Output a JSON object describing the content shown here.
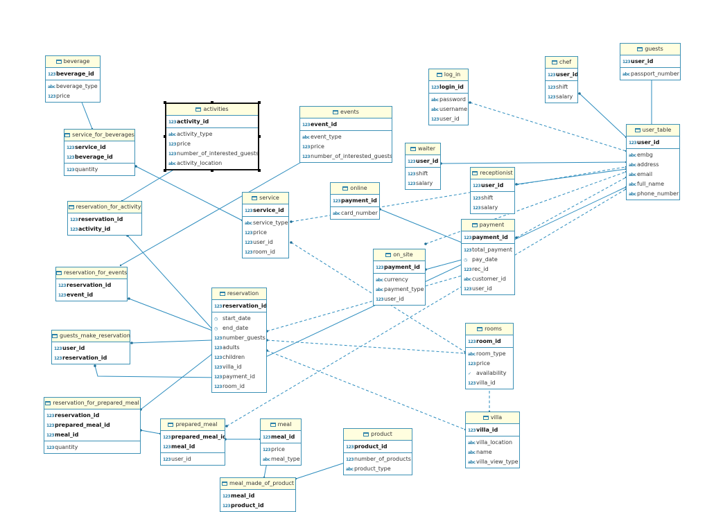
{
  "type_icons": {
    "num": "123",
    "text": "abc",
    "date": "◷",
    "bool": "✓",
    "key": "123",
    "keytext": "abc"
  },
  "entities": [
    {
      "id": "beverage",
      "title": "beverage",
      "keys": [
        {
          "name": "beverage_id",
          "t": "num"
        }
      ],
      "cols": [
        {
          "name": "beverage_type",
          "t": "text"
        },
        {
          "name": "price",
          "t": "num"
        }
      ]
    },
    {
      "id": "service_for_beverages",
      "title": "service_for_beverages",
      "keys": [
        {
          "name": "service_id",
          "t": "num"
        },
        {
          "name": "beverage_id",
          "t": "num"
        }
      ],
      "cols": [
        {
          "name": "quantity",
          "t": "num"
        }
      ]
    },
    {
      "id": "activities",
      "title": "activities",
      "keys": [
        {
          "name": "activity_id",
          "t": "num"
        }
      ],
      "cols": [
        {
          "name": "activity_type",
          "t": "text"
        },
        {
          "name": "price",
          "t": "num"
        },
        {
          "name": "number_of_interested_guests",
          "t": "num"
        },
        {
          "name": "activity_location",
          "t": "text"
        }
      ]
    },
    {
      "id": "events",
      "title": "events",
      "keys": [
        {
          "name": "event_id",
          "t": "num"
        }
      ],
      "cols": [
        {
          "name": "event_type",
          "t": "text"
        },
        {
          "name": "price",
          "t": "num"
        },
        {
          "name": "number_of_interested_guests",
          "t": "num"
        }
      ]
    },
    {
      "id": "log_in",
      "title": "log_in",
      "keys": [
        {
          "name": "login_id",
          "t": "num"
        }
      ],
      "cols": [
        {
          "name": "password",
          "t": "text"
        },
        {
          "name": "username",
          "t": "text"
        },
        {
          "name": "user_id",
          "t": "num"
        }
      ]
    },
    {
      "id": "chef",
      "title": "chef",
      "keys": [
        {
          "name": "user_id",
          "t": "num"
        }
      ],
      "cols": [
        {
          "name": "shift",
          "t": "num"
        },
        {
          "name": "salary",
          "t": "num"
        }
      ]
    },
    {
      "id": "guests",
      "title": "guests",
      "keys": [
        {
          "name": "user_id",
          "t": "num"
        }
      ],
      "cols": [
        {
          "name": "passport_number",
          "t": "text"
        }
      ]
    },
    {
      "id": "user_table",
      "title": "user_table",
      "keys": [
        {
          "name": "user_id",
          "t": "num"
        }
      ],
      "cols": [
        {
          "name": "embg",
          "t": "text"
        },
        {
          "name": "address",
          "t": "text"
        },
        {
          "name": "email",
          "t": "text"
        },
        {
          "name": "full_name",
          "t": "text"
        },
        {
          "name": "phone_number",
          "t": "text"
        }
      ]
    },
    {
      "id": "waiter",
      "title": "waiter",
      "keys": [
        {
          "name": "user_id",
          "t": "num"
        }
      ],
      "cols": [
        {
          "name": "shift",
          "t": "num"
        },
        {
          "name": "salary",
          "t": "num"
        }
      ]
    },
    {
      "id": "receptionist",
      "title": "receptionist",
      "keys": [
        {
          "name": "user_id",
          "t": "num"
        }
      ],
      "cols": [
        {
          "name": "shift",
          "t": "num"
        },
        {
          "name": "salary",
          "t": "num"
        }
      ]
    },
    {
      "id": "online",
      "title": "online",
      "keys": [
        {
          "name": "payment_id",
          "t": "num"
        }
      ],
      "cols": [
        {
          "name": "card_number",
          "t": "text"
        }
      ]
    },
    {
      "id": "service",
      "title": "service",
      "keys": [
        {
          "name": "service_id",
          "t": "num"
        }
      ],
      "cols": [
        {
          "name": "service_type",
          "t": "text"
        },
        {
          "name": "price",
          "t": "num"
        },
        {
          "name": "user_id",
          "t": "num"
        },
        {
          "name": "room_id",
          "t": "num"
        }
      ]
    },
    {
      "id": "reservation_for_activity",
      "title": "reservation_for_activity",
      "keys": [
        {
          "name": "reservation_id",
          "t": "num"
        },
        {
          "name": "activity_id",
          "t": "num"
        }
      ],
      "cols": []
    },
    {
      "id": "payment",
      "title": "payment",
      "keys": [
        {
          "name": "payment_id",
          "t": "num"
        }
      ],
      "cols": [
        {
          "name": "total_payment",
          "t": "num"
        },
        {
          "name": "pay_date",
          "t": "date"
        },
        {
          "name": "rec_id",
          "t": "num"
        },
        {
          "name": "customer_id",
          "t": "text"
        },
        {
          "name": "user_id",
          "t": "num"
        }
      ]
    },
    {
      "id": "on_site",
      "title": "on_site",
      "keys": [
        {
          "name": "payment_id",
          "t": "num"
        }
      ],
      "cols": [
        {
          "name": "currency",
          "t": "text"
        },
        {
          "name": "payment_type",
          "t": "text"
        },
        {
          "name": "user_id",
          "t": "num"
        }
      ]
    },
    {
      "id": "reservation_for_events",
      "title": "reservation_for_events",
      "keys": [
        {
          "name": "reservation_id",
          "t": "num"
        },
        {
          "name": "event_id",
          "t": "num"
        }
      ],
      "cols": []
    },
    {
      "id": "reservation",
      "title": "reservation",
      "keys": [
        {
          "name": "reservation_id",
          "t": "num"
        }
      ],
      "cols": [
        {
          "name": "start_date",
          "t": "date"
        },
        {
          "name": "end_date",
          "t": "date"
        },
        {
          "name": "number_guests",
          "t": "num"
        },
        {
          "name": "adults",
          "t": "num"
        },
        {
          "name": "children",
          "t": "num"
        },
        {
          "name": "villa_id",
          "t": "num"
        },
        {
          "name": "payment_id",
          "t": "num"
        },
        {
          "name": "room_id",
          "t": "num"
        }
      ]
    },
    {
      "id": "guests_make_reservation",
      "title": "guests_make_reservation",
      "keys": [
        {
          "name": "user_id",
          "t": "num"
        },
        {
          "name": "reservation_id",
          "t": "num"
        }
      ],
      "cols": []
    },
    {
      "id": "rooms",
      "title": "rooms",
      "keys": [
        {
          "name": "room_id",
          "t": "num"
        }
      ],
      "cols": [
        {
          "name": "room_type",
          "t": "text"
        },
        {
          "name": "price",
          "t": "num"
        },
        {
          "name": "availability",
          "t": "bool"
        },
        {
          "name": "villa_id",
          "t": "num"
        }
      ]
    },
    {
      "id": "reservation_for_prepared_meal",
      "title": "reservation_for_prepared_meal",
      "keys": [
        {
          "name": "reservation_id",
          "t": "num"
        },
        {
          "name": "prepared_meal_id",
          "t": "num"
        },
        {
          "name": "meal_id",
          "t": "num"
        }
      ],
      "cols": [
        {
          "name": "quantity",
          "t": "num"
        }
      ]
    },
    {
      "id": "prepared_meal",
      "title": "prepared_meal",
      "keys": [
        {
          "name": "prepared_meal_id",
          "t": "num"
        },
        {
          "name": "meal_id",
          "t": "num"
        }
      ],
      "cols": [
        {
          "name": "user_id",
          "t": "num"
        }
      ]
    },
    {
      "id": "meal",
      "title": "meal",
      "keys": [
        {
          "name": "meal_id",
          "t": "num"
        }
      ],
      "cols": [
        {
          "name": "price",
          "t": "num"
        },
        {
          "name": "meal_type",
          "t": "text"
        }
      ]
    },
    {
      "id": "product",
      "title": "product",
      "keys": [
        {
          "name": "product_id",
          "t": "num"
        }
      ],
      "cols": [
        {
          "name": "number_of_products",
          "t": "num"
        },
        {
          "name": "product_type",
          "t": "text"
        }
      ]
    },
    {
      "id": "villa",
      "title": "villa",
      "keys": [
        {
          "name": "villa_id",
          "t": "num"
        }
      ],
      "cols": [
        {
          "name": "villa_location",
          "t": "text"
        },
        {
          "name": "name",
          "t": "text"
        },
        {
          "name": "villa_view_type",
          "t": "text"
        }
      ]
    },
    {
      "id": "meal_made_of_product",
      "title": "meal_made_of_product",
      "keys": [
        {
          "name": "meal_id",
          "t": "num"
        },
        {
          "name": "product_id",
          "t": "num"
        }
      ],
      "cols": []
    }
  ],
  "relationships": [
    {
      "from": "beverage",
      "to": "service_for_beverages",
      "style": "solid"
    },
    {
      "from": "service_for_beverages",
      "to": "service",
      "style": "solid"
    },
    {
      "from": "activities",
      "to": "reservation_for_activity",
      "style": "solid"
    },
    {
      "from": "reservation_for_activity",
      "to": "reservation",
      "style": "solid"
    },
    {
      "from": "events",
      "to": "reservation_for_events",
      "style": "solid"
    },
    {
      "from": "reservation_for_events",
      "to": "reservation",
      "style": "solid"
    },
    {
      "from": "log_in",
      "to": "user_table",
      "style": "dashed"
    },
    {
      "from": "chef",
      "to": "user_table",
      "style": "solid"
    },
    {
      "from": "guests",
      "to": "user_table",
      "style": "solid"
    },
    {
      "from": "waiter",
      "to": "user_table",
      "style": "solid"
    },
    {
      "from": "receptionist",
      "to": "user_table",
      "style": "solid"
    },
    {
      "from": "service",
      "to": "user_table",
      "style": "dashed"
    },
    {
      "from": "on_site",
      "to": "user_table",
      "style": "dashed"
    },
    {
      "from": "payment",
      "to": "user_table",
      "style": "dashed"
    },
    {
      "from": "online",
      "to": "payment",
      "style": "solid"
    },
    {
      "from": "on_site",
      "to": "payment",
      "style": "solid"
    },
    {
      "from": "service",
      "to": "rooms",
      "style": "dashed"
    },
    {
      "from": "reservation",
      "to": "payment",
      "style": "dashed"
    },
    {
      "from": "reservation",
      "to": "rooms",
      "style": "dashed"
    },
    {
      "from": "reservation",
      "to": "villa",
      "style": "dashed"
    },
    {
      "from": "rooms",
      "to": "villa",
      "style": "dashed"
    },
    {
      "from": "guests_make_reservation",
      "to": "reservation",
      "style": "solid"
    },
    {
      "from": "guests_make_reservation",
      "to": "user_table",
      "style": "solid"
    },
    {
      "from": "reservation_for_prepared_meal",
      "to": "reservation",
      "style": "solid"
    },
    {
      "from": "reservation_for_prepared_meal",
      "to": "prepared_meal",
      "style": "solid"
    },
    {
      "from": "prepared_meal",
      "to": "meal",
      "style": "solid"
    },
    {
      "from": "prepared_meal",
      "to": "user_table",
      "style": "dashed"
    },
    {
      "from": "meal",
      "to": "meal_made_of_product",
      "style": "solid"
    },
    {
      "from": "product",
      "to": "meal_made_of_product",
      "style": "solid"
    }
  ]
}
